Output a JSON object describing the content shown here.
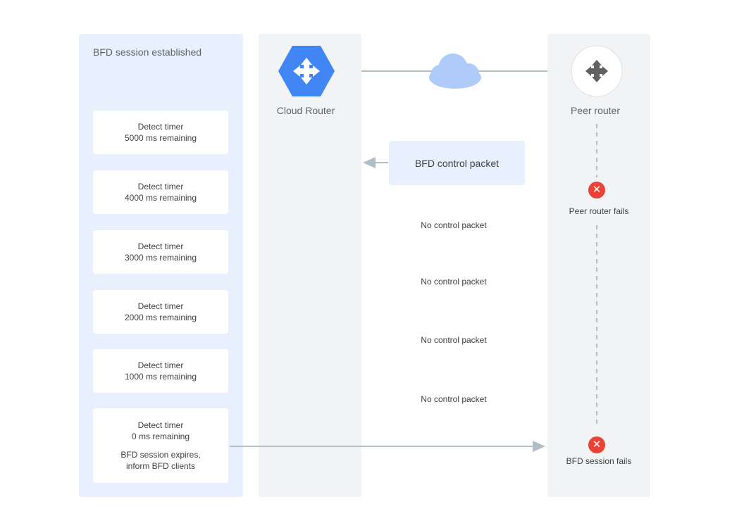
{
  "session": {
    "title": "BFD session established"
  },
  "timers": [
    {
      "line1": "Detect timer",
      "line2": "5000 ms remaining"
    },
    {
      "line1": "Detect timer",
      "line2": "4000 ms remaining"
    },
    {
      "line1": "Detect timer",
      "line2": "3000 ms remaining"
    },
    {
      "line1": "Detect timer",
      "line2": "2000 ms remaining"
    },
    {
      "line1": "Detect timer",
      "line2": "1000 ms remaining"
    },
    {
      "line1": "Detect timer",
      "line2": "0 ms remaining",
      "line3": "BFD session expires,",
      "line4": "inform BFD clients"
    }
  ],
  "nodes": {
    "cloud_router": {
      "label": "Cloud Router",
      "icon": "router-hexagon-icon",
      "color": "#4285f4"
    },
    "peer_router": {
      "label": "Peer router",
      "icon": "router-circle-icon"
    },
    "network": {
      "icon": "cloud-icon",
      "color": "#aecbfa"
    }
  },
  "packets": {
    "control": "BFD control packet",
    "missing": [
      "No control packet",
      "No control packet",
      "No control packet",
      "No control packet"
    ]
  },
  "events": {
    "peer_fail": "Peer router fails",
    "session_fail": "BFD session fails",
    "fail_color": "#ea4335"
  }
}
